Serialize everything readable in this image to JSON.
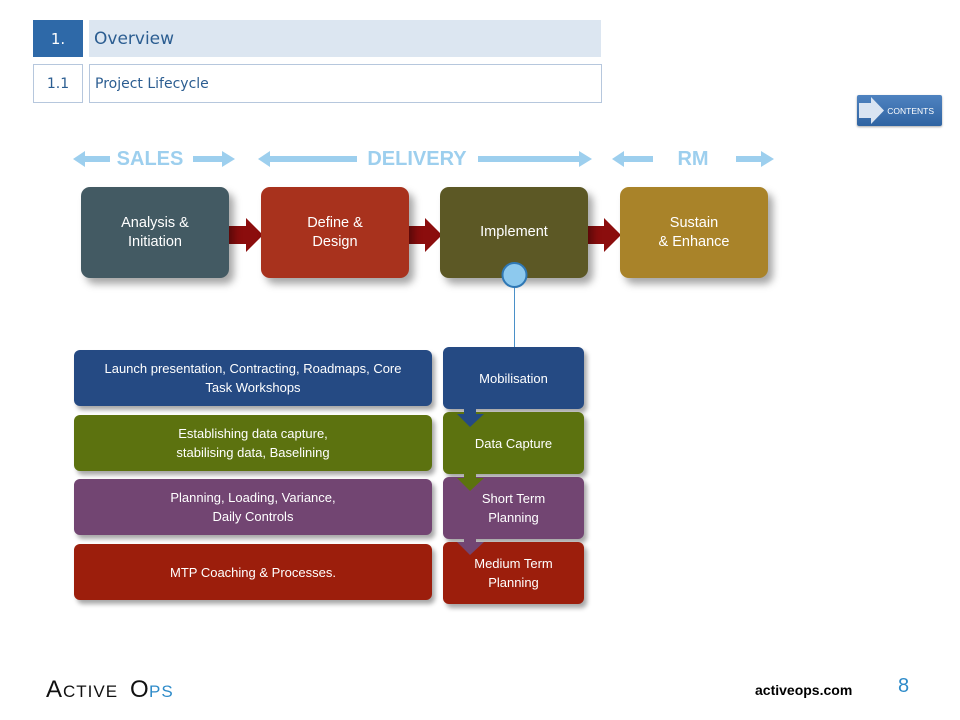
{
  "header": {
    "section_number": "1.",
    "section_title": "Overview",
    "subsection_number": "1.1",
    "subsection_title": "Project Lifecycle"
  },
  "contents_button": "CONTENTS",
  "phases": {
    "sales": "SALES",
    "delivery": "DELIVERY",
    "rm": "RM"
  },
  "process_steps": [
    {
      "label": "Analysis &\nInitiation",
      "color": "#435a63"
    },
    {
      "label": "Define &\nDesign",
      "color": "#a8321d"
    },
    {
      "label": "Implement",
      "color": "#5c5825"
    },
    {
      "label": "Sustain\n& Enhance",
      "color": "#a98329"
    }
  ],
  "descriptions": [
    {
      "text": "Launch presentation,  Contracting, Roadmaps, Core\nTask Workshops",
      "color": "#254a83"
    },
    {
      "text": "Establishing data capture,\nstabilising data, Baselining",
      "color": "#5c720f"
    },
    {
      "text": "Planning, Loading, Variance,\nDaily Controls",
      "color": "#724572"
    },
    {
      "text": "MTP Coaching & Processes.",
      "color": "#9c1e0c"
    }
  ],
  "stages": [
    {
      "text": "Mobilisation",
      "color": "#254a83"
    },
    {
      "text": "Data Capture",
      "color": "#5c720f"
    },
    {
      "text": "Short Term\nPlanning",
      "color": "#724572"
    },
    {
      "text": "Medium Term\nPlanning",
      "color": "#9c1e0c"
    }
  ],
  "footer": {
    "logo": "ActiveOps",
    "website": "activeops.com",
    "page_number": "8"
  }
}
